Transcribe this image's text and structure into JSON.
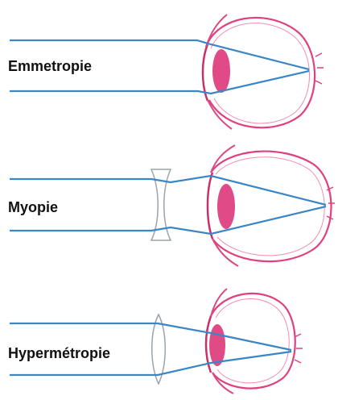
{
  "labels": {
    "emmetropie": "Emmetropie",
    "myopie": "Myopie",
    "hypermetropie": "Hypermétropie"
  },
  "colors": {
    "ray": "#3b86c6",
    "eye_outline": "#e0407f",
    "lens": "#e04a86",
    "lens_glass": "#9aa4ac",
    "text": "#111111"
  }
}
